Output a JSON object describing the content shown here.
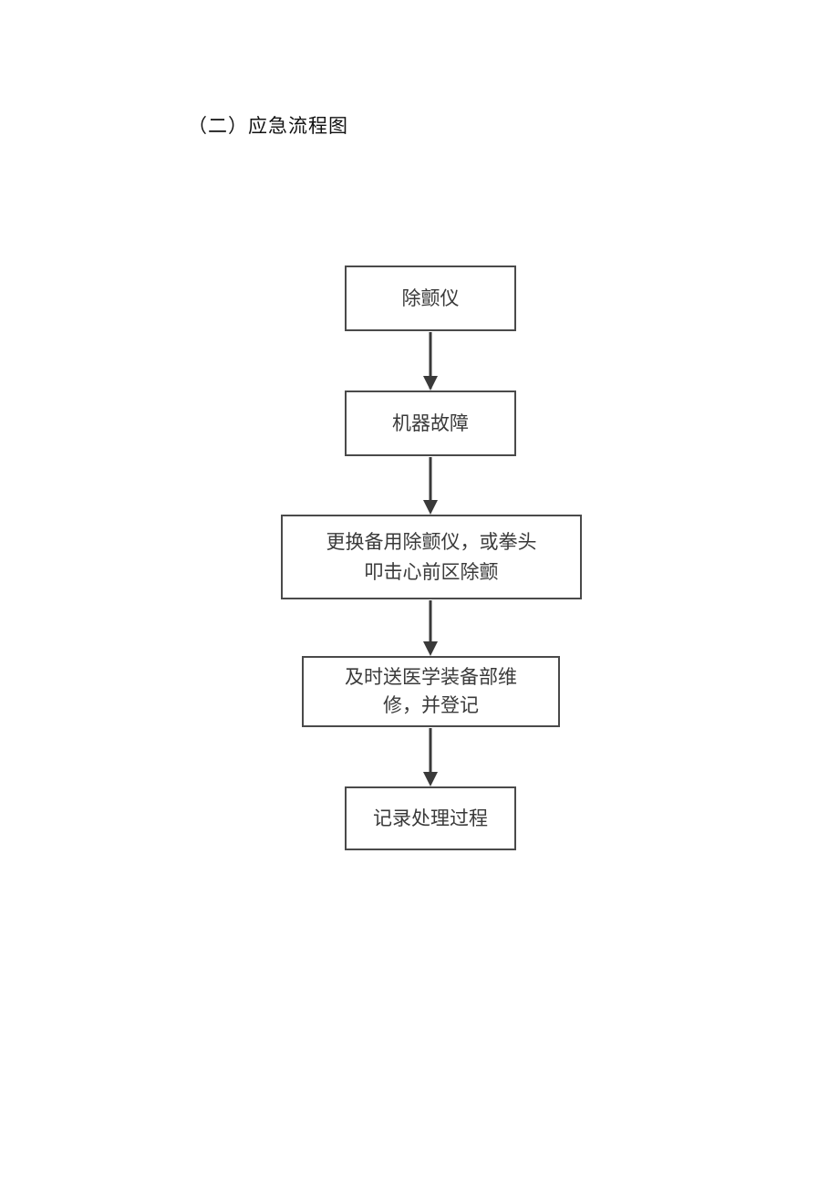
{
  "heading": "（二）应急流程图",
  "flowchart": {
    "steps": [
      {
        "lines": [
          "除颤仪"
        ]
      },
      {
        "lines": [
          "机器故障"
        ]
      },
      {
        "lines": [
          "更换备用除颤仪，或拳头",
          "叩击心前区除颤"
        ]
      },
      {
        "lines": [
          "及时送医学装备部维",
          "修，并登记"
        ]
      },
      {
        "lines": [
          "记录处理过程"
        ]
      }
    ],
    "colors": {
      "border": "#4a4a4a",
      "text": "#3a3a3a"
    }
  }
}
